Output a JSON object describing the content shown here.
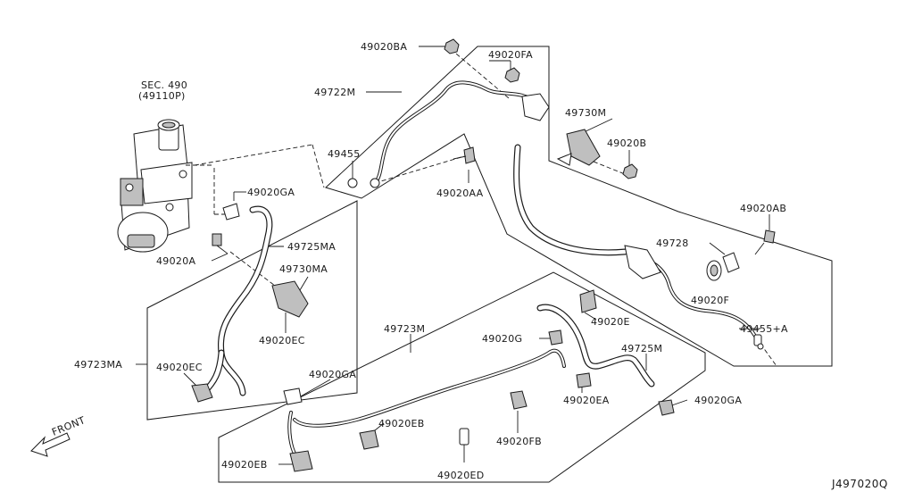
{
  "diagram_id": "J497020Q",
  "front_label": "FRONT",
  "section_ref": {
    "line1": "SEC. 490",
    "line2": "(49110P)"
  },
  "labels": {
    "p49020BA": "49020BA",
    "p49020FA": "49020FA",
    "p49722M": "49722M",
    "p49730M": "49730M",
    "p49020B": "49020B",
    "p49455": "49455",
    "p49020AA": "49020AA",
    "p49020GA_top": "49020GA",
    "p49020AB": "49020AB",
    "p49728": "49728",
    "p49725MA": "49725MA",
    "p49020A": "49020A",
    "p49730MA": "49730MA",
    "p49020F": "49020F",
    "p49455A": "49455+A",
    "p49020EC_mid": "49020EC",
    "p49723M": "49723M",
    "p49020E": "49020E",
    "p49020G": "49020G",
    "p49725M": "49725M",
    "p49723MA": "49723MA",
    "p49020EC_low": "49020EC",
    "p49020GA_mid": "49020GA",
    "p49020EA": "49020EA",
    "p49020GA_right": "49020GA",
    "p49020EB_mid": "49020EB",
    "p49020FB": "49020FB",
    "p49020EB_low": "49020EB",
    "p49020ED": "49020ED"
  }
}
